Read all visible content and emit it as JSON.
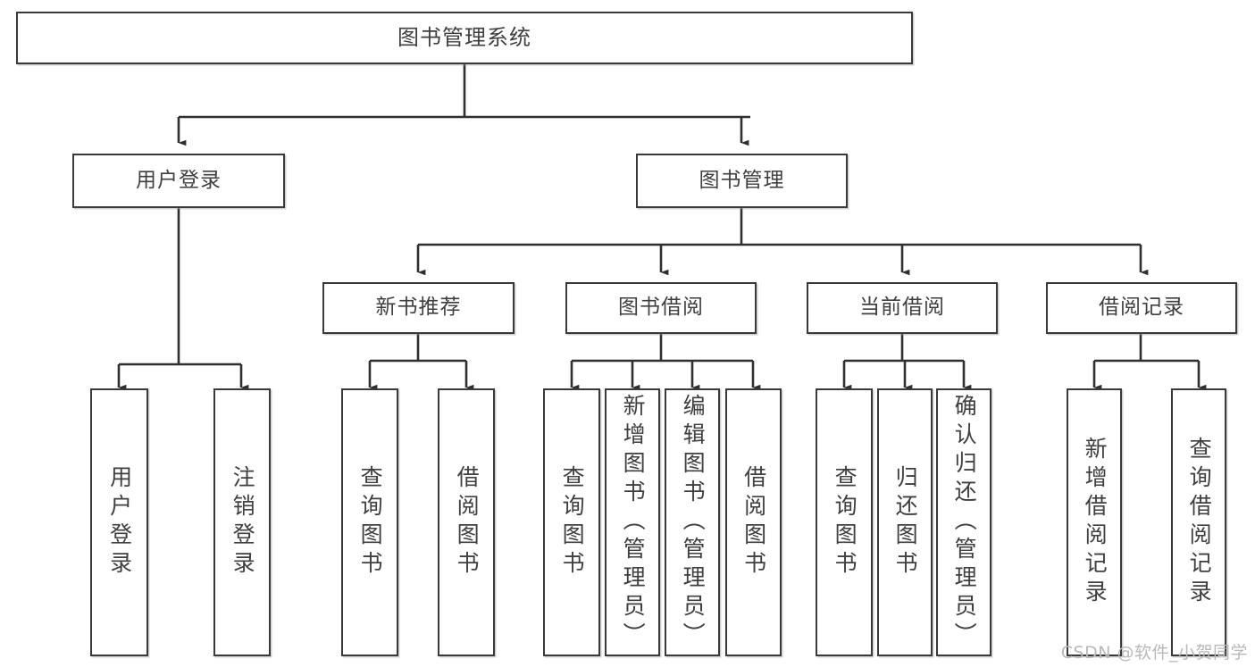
{
  "diagram": {
    "title": "图书管理系统",
    "type": "tree",
    "watermark": "CSDN @软件_小贺同学",
    "colors": {
      "node_border": "#3a3a3a",
      "node_fill": "#ffffff",
      "edge": "#2f2f2f",
      "text": "#3f3f3f",
      "watermark": "#b9b9b9",
      "background": "#ffffff"
    },
    "levels": {
      "root": "图书管理系统",
      "level2": [
        "用户登录",
        "图书管理"
      ],
      "level3": [
        "新书推荐",
        "图书借阅",
        "当前借阅",
        "借阅记录"
      ]
    },
    "nodes": {
      "root": {
        "label": "图书管理系统",
        "orientation": "horizontal"
      },
      "user_login": {
        "label": "用户登录",
        "orientation": "horizontal"
      },
      "book_manage": {
        "label": "图书管理",
        "orientation": "horizontal"
      },
      "new_book_rec": {
        "label": "新书推荐",
        "orientation": "horizontal"
      },
      "book_borrow": {
        "label": "图书借阅",
        "orientation": "horizontal"
      },
      "current_borrow": {
        "label": "当前借阅",
        "orientation": "horizontal"
      },
      "borrow_record": {
        "label": "借阅记录",
        "orientation": "horizontal"
      },
      "leaf_user_login": {
        "label": "用户登录",
        "orientation": "vertical"
      },
      "leaf_logout": {
        "label": "注销登录",
        "orientation": "vertical"
      },
      "leaf_query_book_rec": {
        "label": "查询图书",
        "orientation": "vertical"
      },
      "leaf_borrow_book_rec": {
        "label": "借阅图书",
        "orientation": "vertical"
      },
      "leaf_query_book_b": {
        "label": "查询图书",
        "orientation": "vertical"
      },
      "leaf_add_book": {
        "label": "新增图书（管理员）",
        "orientation": "vertical"
      },
      "leaf_edit_book": {
        "label": "编辑图书（管理员）",
        "orientation": "vertical"
      },
      "leaf_borrow_book_b": {
        "label": "借阅图书",
        "orientation": "vertical"
      },
      "leaf_query_book_c": {
        "label": "查询图书",
        "orientation": "vertical"
      },
      "leaf_return_book": {
        "label": "归还图书",
        "orientation": "vertical"
      },
      "leaf_confirm_return": {
        "label": "确认归还（管理员）",
        "orientation": "vertical"
      },
      "leaf_add_record": {
        "label": "新增借阅记录",
        "orientation": "vertical"
      },
      "leaf_query_record": {
        "label": "查询借阅记录",
        "orientation": "vertical"
      }
    },
    "edges": [
      {
        "from": "root",
        "to": "用户登录"
      },
      {
        "from": "root",
        "to": "图书管理"
      },
      {
        "from": "用户登录",
        "to": "用户登录(叶)"
      },
      {
        "from": "用户登录",
        "to": "注销登录"
      },
      {
        "from": "图书管理",
        "to": "新书推荐"
      },
      {
        "from": "图书管理",
        "to": "图书借阅"
      },
      {
        "from": "图书管理",
        "to": "当前借阅"
      },
      {
        "from": "图书管理",
        "to": "借阅记录"
      },
      {
        "from": "新书推荐",
        "to": "查询图书"
      },
      {
        "from": "新书推荐",
        "to": "借阅图书"
      },
      {
        "from": "图书借阅",
        "to": "查询图书"
      },
      {
        "from": "图书借阅",
        "to": "新增图书（管理员）"
      },
      {
        "from": "图书借阅",
        "to": "编辑图书（管理员）"
      },
      {
        "from": "图书借阅",
        "to": "借阅图书"
      },
      {
        "from": "当前借阅",
        "to": "查询图书"
      },
      {
        "from": "当前借阅",
        "to": "归还图书"
      },
      {
        "from": "当前借阅",
        "to": "确认归还（管理员）"
      },
      {
        "from": "借阅记录",
        "to": "新增借阅记录"
      },
      {
        "from": "借阅记录",
        "to": "查询借阅记录"
      }
    ]
  }
}
